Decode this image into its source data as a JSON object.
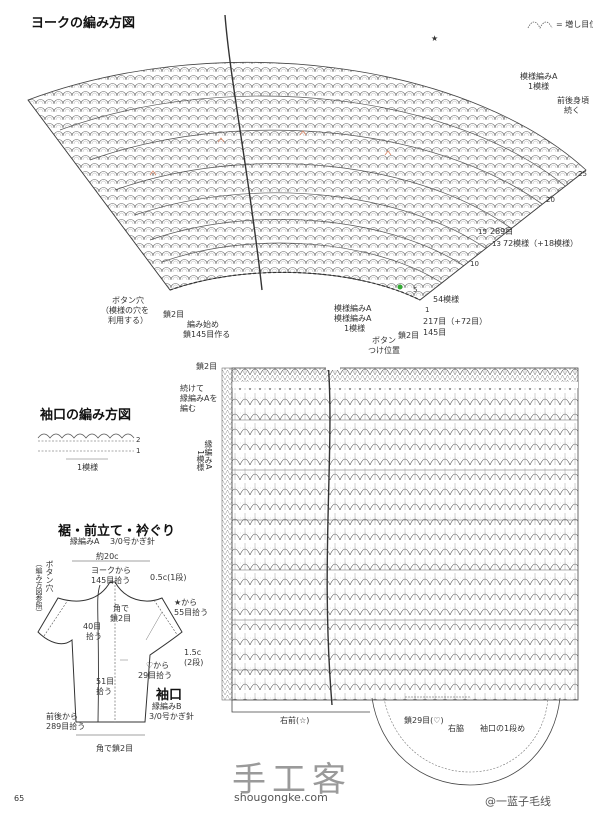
{
  "titles": {
    "yoke": "ヨークの編み方図",
    "cuff": "袖口の編み方図",
    "hem": "裾・前立て・衿ぐり",
    "sleeve": "袖口"
  },
  "legend": {
    "increase": "= 増し目位置",
    "star": "★"
  },
  "yoke": {
    "pattern_a": "模様編みA",
    "one_repeat": "1模様",
    "front_back": "前後身頃",
    "continue": "続く",
    "row_25": "25",
    "row_20": "20",
    "row_15": "15",
    "row_13": "13",
    "row_10": "10",
    "row_5": "5",
    "row_1": "1",
    "st_289": "289目",
    "st_72": "72模様（+18模様）",
    "st_54": "54模様",
    "st_217": "217目（+72目）",
    "st_145": "145目",
    "buttonhole_1": "ボタン穴",
    "buttonhole_2": "（模様の穴を",
    "buttonhole_3": "利用する）",
    "chain2_left": "鎖2目",
    "start_1": "編み始め",
    "start_2": "鎖145目作る",
    "pat_a_1": "模様編みA",
    "pat_a_2": "模様編みA",
    "pat_a_3": "1模様",
    "chain2_right": "鎖2目",
    "button_1": "ボタン",
    "button_2": "つけ位置"
  },
  "body": {
    "chain2": "鎖2目",
    "edge_1": "続けて",
    "edge_2": "縁編みAを",
    "edge_3": "編む",
    "edge_a": "縁編みA",
    "one_repeat": "1模様",
    "right_front": "右前(☆)",
    "chain29": "鎖29目(♡)",
    "right_side": "右脇",
    "cuff_row1": "袖口の1段め"
  },
  "cuff": {
    "one_repeat": "1模様",
    "row_2": "2",
    "row_1": "1"
  },
  "hem": {
    "edge_a": "縁編みA",
    "hook": "3/0号かぎ針",
    "approx_20": "約20c",
    "button_hole": "ボタン穴",
    "ref": "（編み方図参照）",
    "yoke_from_1": "ヨークから",
    "yoke_from_2": "145目拾う",
    "size_05": "0.5c(1段)",
    "corner_1": "角で",
    "corner_2": "鎖2目",
    "st40_1": "40目",
    "st40_2": "拾う",
    "star_from_1": "★から",
    "star_from_2": "55目拾う",
    "size_15_1": "1.5c",
    "size_15_2": "(2段)",
    "heart_from_1": "♡から",
    "heart_from_2": "29目拾う",
    "st51_1": "51目",
    "st51_2": "拾う",
    "front_from_1": "前後から",
    "front_from_2": "289目拾う",
    "corner_bottom": "角で鎖2目",
    "sleeve_edge": "縁編みB",
    "sleeve_hook": "3/0号かぎ針"
  },
  "watermark": {
    "cn": "手工客",
    "site": "shougongke.com",
    "weibo": "@一蓝子毛线"
  },
  "page": {
    "number": "65"
  }
}
